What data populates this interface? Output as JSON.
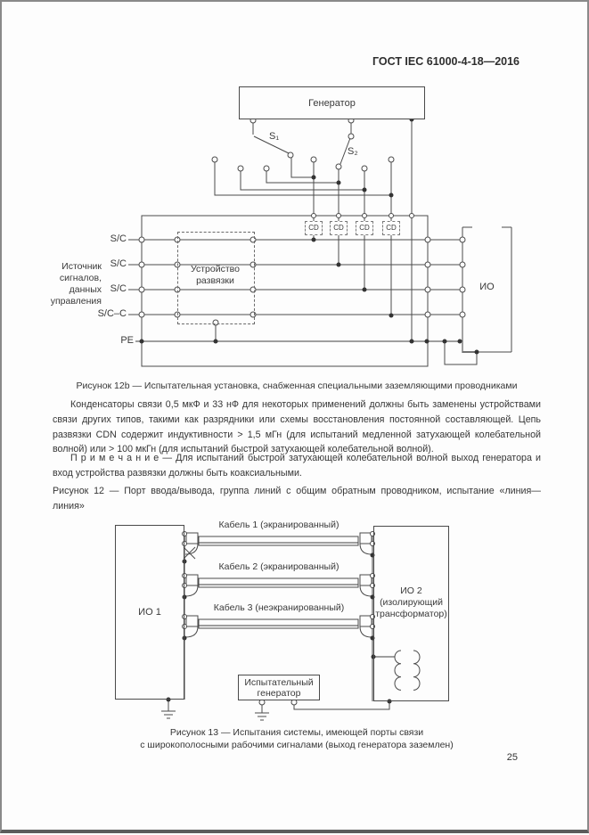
{
  "header": {
    "doc_number": "ГОСТ IEC 61000-4-18—2016"
  },
  "figure12b": {
    "generator_label": "Генератор",
    "switch1_label": "S₁",
    "switch2_label": "S₂",
    "cd_label": "CD",
    "source_label_lines": [
      "Источник",
      "сигналов,",
      "данных",
      "управления"
    ],
    "port_labels": [
      "S/C",
      "S/C",
      "S/C",
      "S/C–C",
      "PE"
    ],
    "decoupling_device_lines": [
      "Устройство",
      "развязки"
    ],
    "eut_label": "ИО",
    "caption": "Рисунок 12b — Испытательная установка, снабженная специальными заземляющими проводниками"
  },
  "body_text": {
    "paragraph1": "Конденсаторы связи 0,5 мкФ и 33 нФ для некоторых применений должны быть заменены устройствами связи других типов, такими как разрядники или схемы восстановления постоянной составляющей. Цепь развязки CDN содержит индуктивности > 1,5 мГн (для испытаний медленной затухающей колебательной волной) или > 100 мкГн (для испытаний быстрой затухающей колебательной волной).",
    "note": "П р и м е ч а н и е — Для испытаний быстрой затухающей колебательной волной выход генератора и вход устройства развязки должны быть коаксиальными.",
    "figure12_caption": "Рисунок 12 — Порт ввода/вывода, группа линий с общим обратным проводником, испытание «линия—линия»"
  },
  "figure13": {
    "eut1_label": "ИО 1",
    "eut2_label_lines": [
      "ИО 2",
      "(изолирующий",
      "трансформатор)"
    ],
    "cable_labels": [
      "Кабель 1 (экранированный)",
      "Кабель 2 (экранированный)",
      "Кабель 3 (неэкранированный)"
    ],
    "generator_label_lines": [
      "Испытательный",
      "генератор"
    ],
    "caption_lines": [
      "Рисунок 13 — Испытания системы, имеющей порты связи",
      "с широкополосными рабочими сигналами (выход генератора заземлен)"
    ]
  },
  "footer": {
    "page_number": "25"
  },
  "colors": {
    "line": "#4a4a4a",
    "bus": "#9e9e9e",
    "text": "#333333",
    "page_bg": "#fdfdfd"
  }
}
